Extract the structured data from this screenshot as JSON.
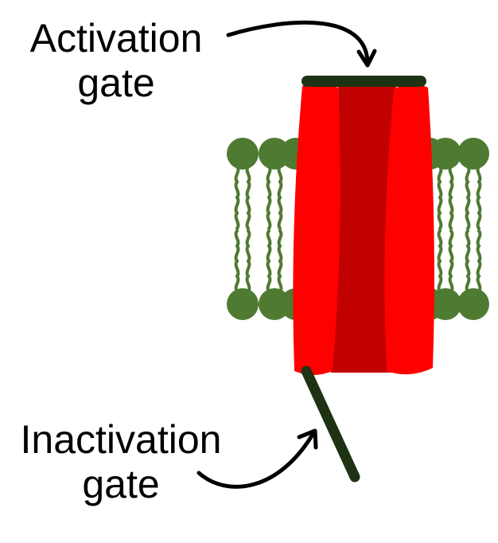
{
  "labels": {
    "activation_gate": {
      "line1": "Activation",
      "line2": "gate"
    },
    "inactivation_gate": {
      "line1": "Inactivation",
      "line2": "gate"
    }
  },
  "colors": {
    "lipid_head": "#4f7a32",
    "lipid_tail": "#4f7a32",
    "channel_outer": "#ff0000",
    "channel_inner": "#c10000",
    "gate": "#1e3314",
    "arrow": "#000000",
    "text": "#000000",
    "background": "#ffffff"
  }
}
